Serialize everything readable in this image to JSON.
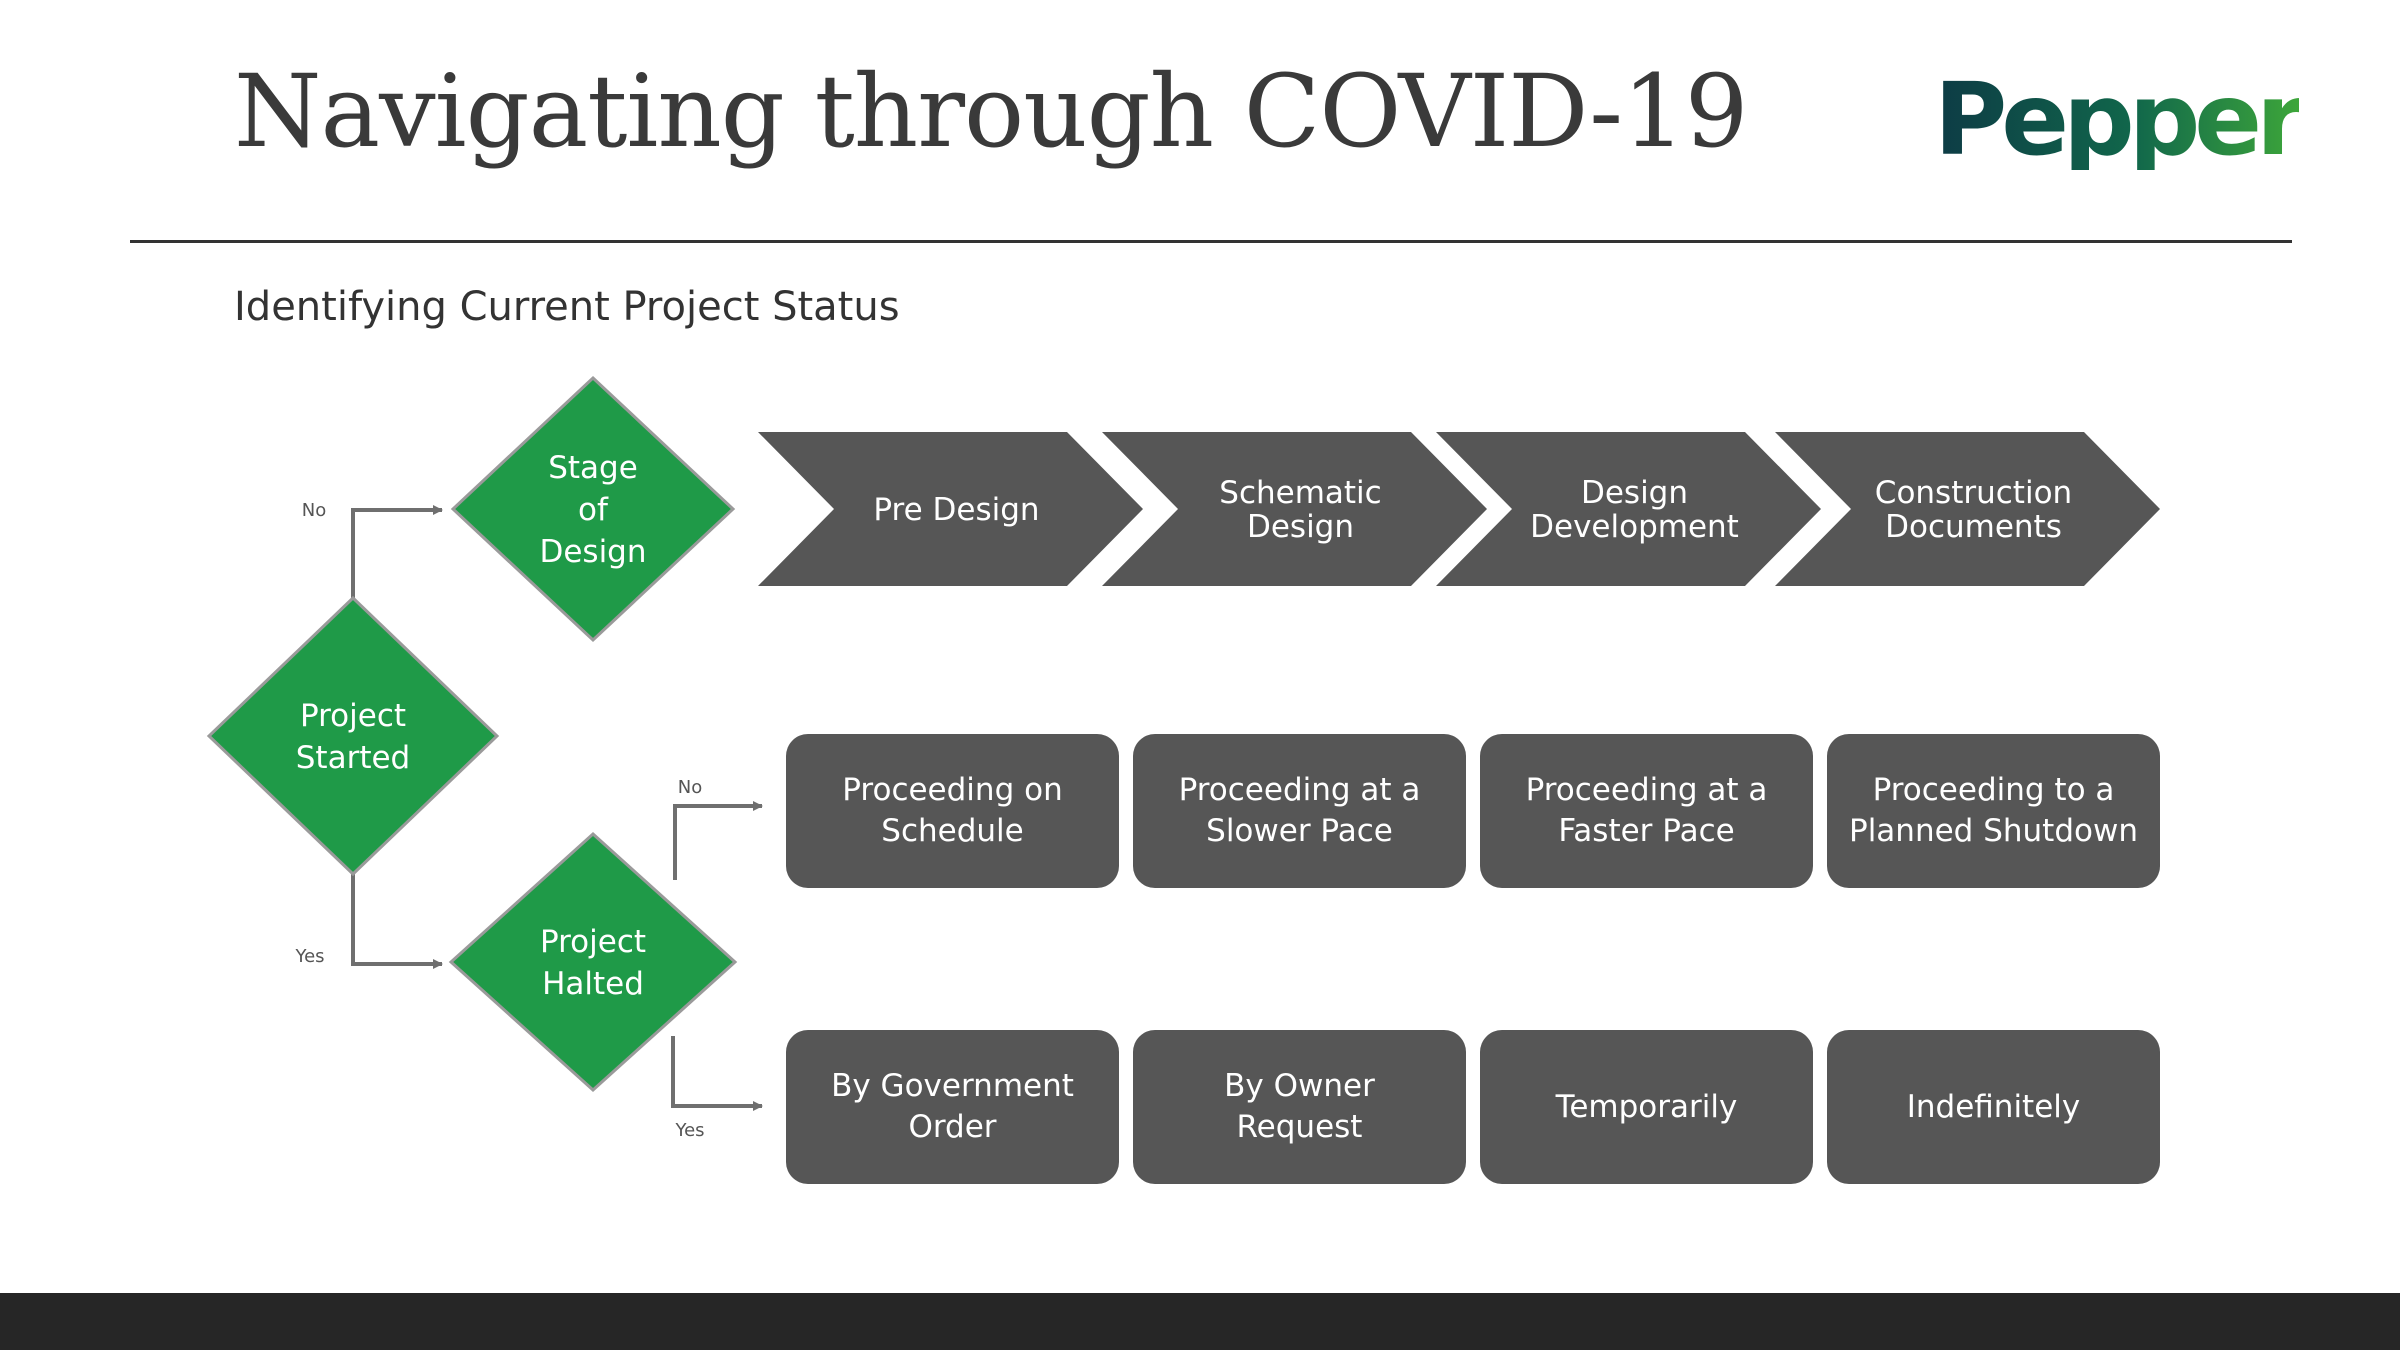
{
  "title": "Navigating through COVID-19",
  "logo": "Pepper",
  "subtitle": "Identifying Current Project Status",
  "colors": {
    "decision_green": "#1f9a48",
    "box_gray": "#565656",
    "footer": "#262626",
    "arrow": "#6f6f6f"
  },
  "decisions": {
    "project_started": "Project\nStarted",
    "stage_of_design": "Stage\nof\nDesign",
    "project_halted": "Project\nHalted"
  },
  "labels": {
    "no": "No",
    "yes": "Yes"
  },
  "stages": [
    "Pre Design",
    "Schematic\nDesign",
    "Design\nDevelopment",
    "Construction\nDocuments"
  ],
  "not_halted": [
    "Proceeding on\nSchedule",
    "Proceeding at a\nSlower Pace",
    "Proceeding at a\nFaster Pace",
    "Proceeding to a\nPlanned Shutdown"
  ],
  "halted": [
    "By Government\nOrder",
    "By Owner\nRequest",
    "Temporarily",
    "Indefinitely"
  ]
}
